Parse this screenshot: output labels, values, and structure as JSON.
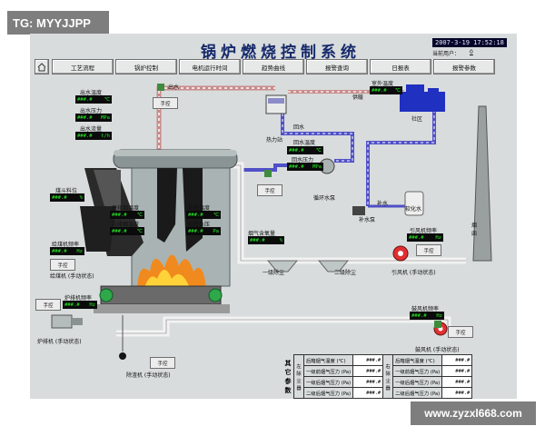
{
  "watermark_top": "TG: MYYJJPP",
  "watermark_bottom": "www.zyzxl668.com",
  "title": "锅炉燃烧控制系统",
  "datetime": "2007-3-19  17:52:18",
  "current_user_label": "当前用户：",
  "current_user_value": "0",
  "nav": [
    "工艺流程",
    "锅炉控制",
    "电机运行时间",
    "趋势曲线",
    "报警查询",
    "日报表",
    "报警参数"
  ],
  "manual_label": "手控",
  "labels": {
    "outlet_water": "出水",
    "outlet_temp": "出水温度",
    "outlet_pressure": "出水压力",
    "outlet_flow": "出水流量",
    "heat_station": "热力站",
    "return_water": "回水",
    "return_temp": "回水温度",
    "return_pressure": "回水压力",
    "supply_air": "供暖",
    "outdoor_temp": "室外温度",
    "community": "社区",
    "circ_pump": "循环水泵",
    "makeup_water": "补水",
    "makeup_pump": "补水泵",
    "softened_water": "软化水",
    "chimney": "烟囱",
    "flue_oxygen": "烟气含氧量",
    "primary_dust": "一级除尘",
    "secondary_dust": "二级除尘",
    "induced_freq": "引风机频率",
    "induced_fan": "引风机 (手动状态)",
    "coal_level": "煤斗料位",
    "coal_freq": "给煤机频率",
    "coal_feeder": "给煤机 (手动状态)",
    "grate_freq": "炉排机频率",
    "grate_machine": "炉排机 (手动状态)",
    "left_exhaust": "左排烟温度",
    "right_exhaust": "右排烟温度",
    "furnace_temp": "炉膛温度",
    "furnace_pressure": "炉膛负压",
    "slag_machine": "除渣机 (手动状态)",
    "blower_freq": "鼓风机频率",
    "blower_fan": "鼓风机 (手动状态)"
  },
  "readout": "###.#",
  "units": {
    "celsius": "℃",
    "mpa": "MPa",
    "flow": "t/h",
    "percent": "%",
    "hz": "Hz",
    "pa": "Pa"
  },
  "params": {
    "title": "其它参数",
    "left_group": "左除尘器",
    "right_group": "右除尘器",
    "rows_left": [
      "后箱烟气温度 (℃)",
      "一级前烟气压力 (Pa)",
      "一级后烟气压力 (Pa)",
      "二级后烟气压力 (Pa)"
    ],
    "rows_right": [
      "后箱烟气温度 (℃)",
      "一级前烟气压力 (Pa)",
      "一级后烟气压力 (Pa)",
      "二级后烟气压力 (Pa)"
    ],
    "value": "###.#"
  }
}
